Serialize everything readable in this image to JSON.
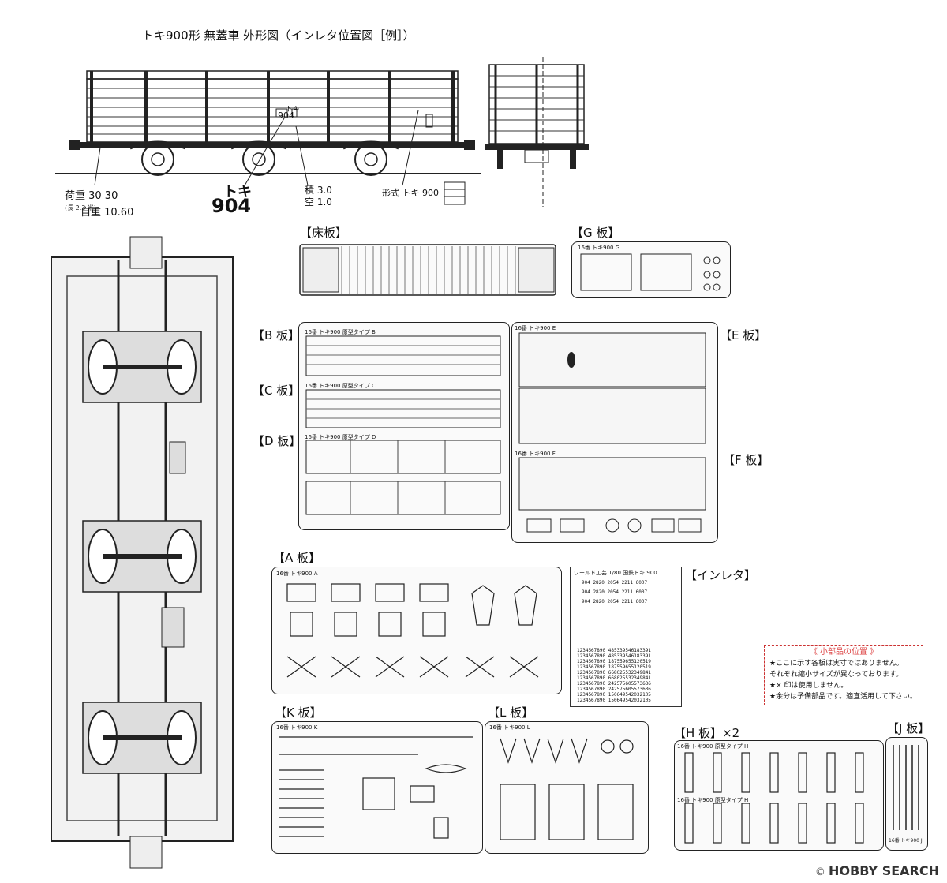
{
  "title": "トキ900形 無蓋車 外形図（インレタ位置図［例］）",
  "side_view": {
    "load_capacity": "荷重 30 30",
    "self_weight": "自重 10.60",
    "note": "(長 2.3 米)",
    "tokei_text": "トキ",
    "car_number": "904",
    "volume_label": "積 3.0",
    "empty_label": "空 1.0",
    "type_label": "形式 トキ 900"
  },
  "panels": {
    "floor": "【床板】",
    "g": "【G 板】",
    "b": "【B 板】",
    "c": "【C 板】",
    "d": "【D 板】",
    "e": "【E 板】",
    "f": "【F 板】",
    "a": "【A 板】",
    "inleta": "【インレタ】",
    "k": "【K 板】",
    "l": "【L 板】",
    "h": "【H 板】×2",
    "j": "【J 板】"
  },
  "sheet_labels": {
    "g": "16番 トキ900 G",
    "b": "16番 トキ900 原型タイプ B",
    "c": "16番 トキ900 原型タイプ C",
    "d": "16番 トキ900 原型タイプ D",
    "e": "16番 トキ900 E",
    "f": "16番 トキ900 F",
    "a": "16番 トキ900 A",
    "k": "16番 トキ900 K",
    "l": "16番 トキ900 L",
    "h1": "16番 トキ900 原型タイプ H",
    "h2": "16番 トキ900 原型タイプ H",
    "j": "16番 トキ900 J"
  },
  "decal": {
    "title": "ワールド工芸 1/80 国鉄トキ 900",
    "rows": [
      "904   2820   2054   2211   6007",
      "904   2820   2054   2211   6007",
      "904   2820   2054   2211   6007"
    ],
    "digits": [
      "1234567890  485339546183391",
      "1234567890  485339546183391",
      "1234567890  187559655120519",
      "1234567890  187559655120519",
      "1234567890  668025532349841",
      "1234567890  668025532349841",
      "1234567890  242575605573636",
      "1234567890  242575605573636",
      "1234567890  150649542032105",
      "1234567890  150649542032105"
    ]
  },
  "notice": {
    "title": "《 小部品の位置 》",
    "lines": [
      "★ここに示す各板は実寸ではありません。",
      "それぞれ縮小サイズが異なっております。",
      "★× 印は使用しません。",
      "★余分は予備部品です。適宜活用して下さい。"
    ]
  },
  "watermark": {
    "brand": "HOBBY SEARCH",
    "copyright": "©"
  },
  "colors": {
    "line": "#222222",
    "paper": "#ffffff",
    "note_border": "#cc3333"
  }
}
